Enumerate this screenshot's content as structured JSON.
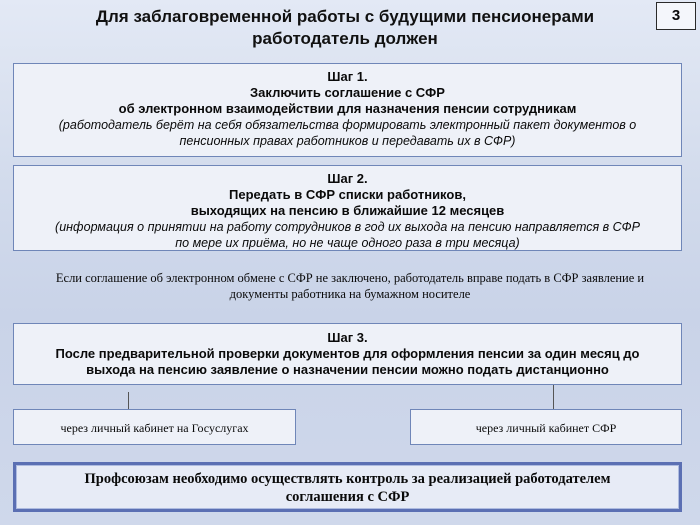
{
  "header": {
    "title_line1": "Для заблаговременной работы с будущими пенсионерами",
    "title_line2": "работодатель должен",
    "page_number": "3"
  },
  "step1": {
    "label": "Шаг 1.",
    "line1": "Заключить соглашение с СФР",
    "line2": "об электронном взаимодействии для назначения пенсии сотрудникам",
    "note1": "(работодатель берёт на себя обязательства формировать электронный пакет документов о",
    "note2": "пенсионных правах работников и передавать их в СФР)"
  },
  "step2": {
    "label": "Шаг 2.",
    "line1": "Передать в СФР списки работников,",
    "line2": "выходящих на пенсию в ближайшие 12 месяцев",
    "note1": "(информация о принятии на работу сотрудников в год их выхода на пенсию направляется в СФР",
    "note2": "по мере их приёма, но не чаще одного раза в три месяца)"
  },
  "note": {
    "line1": "Если соглашение об электронном обмене с СФР не заключено, работодатель вправе подать в СФР заявление и",
    "line2": "документы работника на бумажном носителе"
  },
  "step3": {
    "label": "Шаг 3.",
    "line1": "После предварительной проверки документов для оформления пенсии за один месяц до",
    "line2": "выхода на пенсию заявление о назначении пенсии можно подать дистанционно"
  },
  "options": {
    "left": "через личный кабинет на Госуслугах",
    "right": "через личный кабинет СФР"
  },
  "footer": {
    "line1": "Профсоюзам необходимо осуществлять контроль за реализацией работодателем",
    "line2": "соглашения с СФР"
  }
}
